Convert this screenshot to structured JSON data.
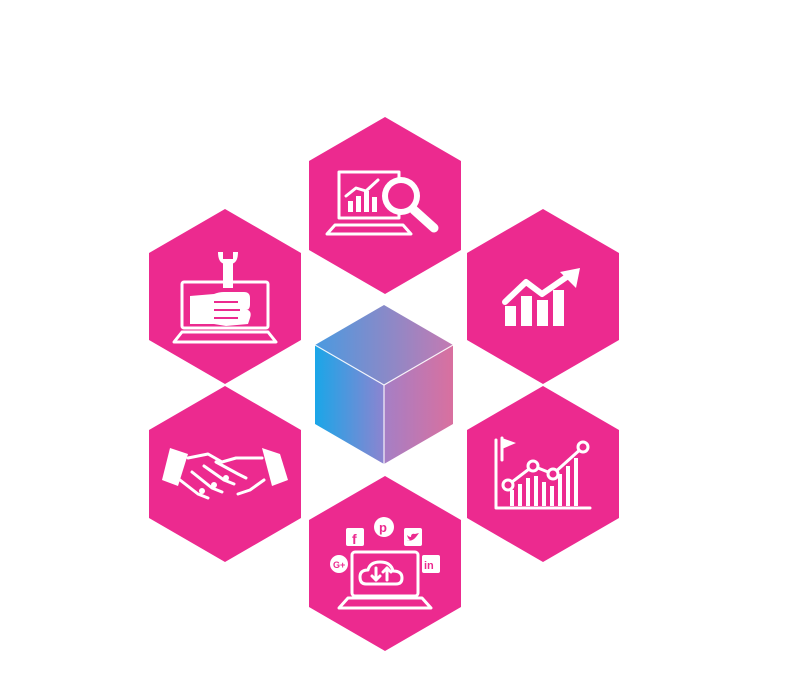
{
  "colors": {
    "hexagon": "#ec2a8f",
    "icon": "#ffffff",
    "cube_left_start": "#1aa6e8",
    "cube_left_end": "#8c84d0",
    "cube_right_start": "#a57fc5",
    "cube_right_end": "#d9709f",
    "cube_top_start": "#4a9ae0",
    "cube_top_end": "#c47ab2"
  },
  "center": {
    "icon": "cube-icon"
  },
  "hexagons": [
    {
      "id": "top",
      "icon": "laptop-analytics-search-icon"
    },
    {
      "id": "upper-right",
      "icon": "growth-bar-chart-arrow-icon"
    },
    {
      "id": "lower-right",
      "icon": "flag-line-chart-icon"
    },
    {
      "id": "bottom",
      "icon": "social-media-cloud-laptop-icon"
    },
    {
      "id": "lower-left",
      "icon": "handshake-icon"
    },
    {
      "id": "upper-left",
      "icon": "laptop-wrench-maintenance-icon"
    }
  ]
}
